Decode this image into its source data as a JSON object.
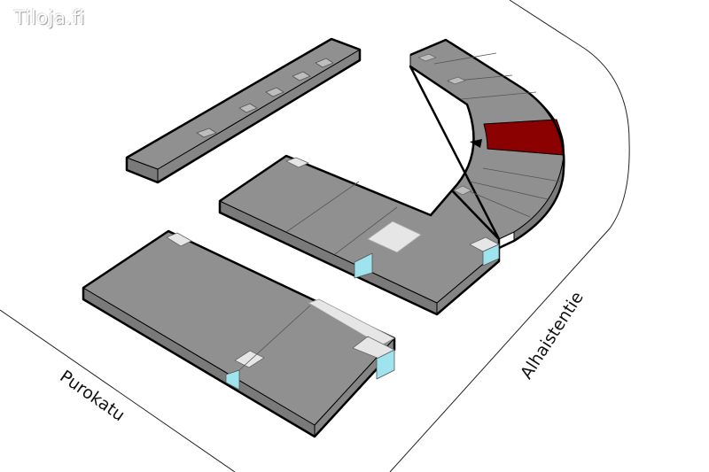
{
  "logo": "Tiloja.fi",
  "streets": {
    "left": "Purokatu",
    "right": "Alhaistentie"
  },
  "colors": {
    "building_top": "#909090",
    "building_side": "#7a7a7a",
    "highlight": "#8b0000",
    "stair": "#e6e6e6",
    "glass": "#9fe3ee"
  }
}
